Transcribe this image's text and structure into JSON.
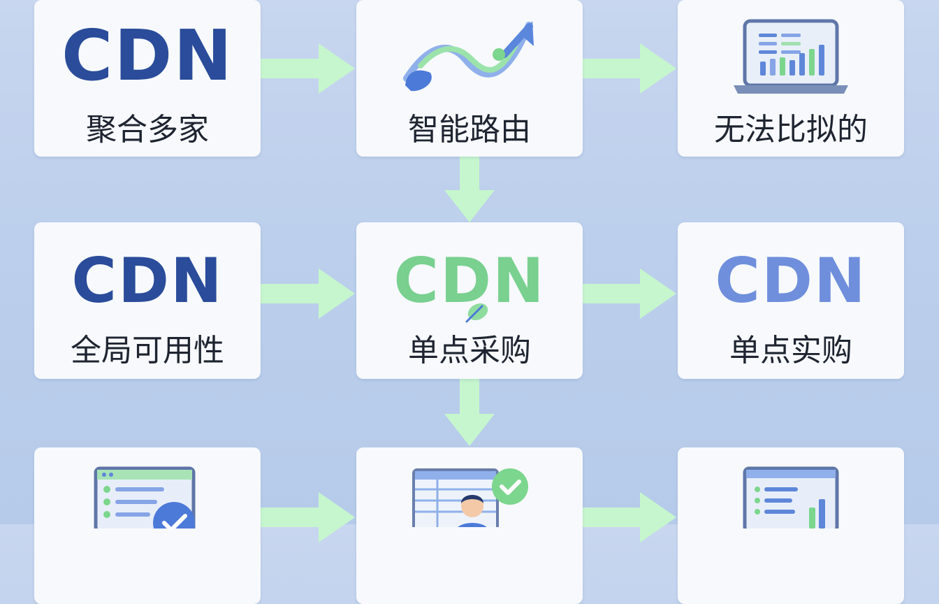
{
  "colors": {
    "background": "#bfd0ec",
    "card": "#f7f9fc",
    "arrow": "#c6f6cd",
    "cdn_dark_blue": "#2a4c9a",
    "cdn_green": "#79d08f",
    "cdn_periwinkle": "#6f8fdc",
    "label_text": "#1e2430"
  },
  "nodes": [
    {
      "id": "aggregate",
      "logo_text": "CDN",
      "label": "聚合多家",
      "logo_color": "#2a4c9a"
    },
    {
      "id": "routing",
      "icon": "route-wave-arrow-icon",
      "label": "智能路由"
    },
    {
      "id": "incomparable",
      "icon": "laptop-dashboard-icon",
      "label": "无法比拟的"
    },
    {
      "id": "availability",
      "logo_text": "CDN",
      "label": "全局可用性",
      "logo_color": "#2a4c9a"
    },
    {
      "id": "single-procurement",
      "logo_text": "CDN",
      "label": "单点采购",
      "logo_color": "#79d08f"
    },
    {
      "id": "single-purchase",
      "logo_text": "CDN",
      "label": "单点实购",
      "logo_color": "#6f8fdc"
    },
    {
      "id": "bottom-left",
      "icon": "checklist-window-icon"
    },
    {
      "id": "bottom-middle",
      "icon": "user-table-check-icon"
    },
    {
      "id": "bottom-right",
      "icon": "report-window-icon"
    }
  ],
  "edges": [
    {
      "from": "aggregate",
      "to": "routing",
      "direction": "right"
    },
    {
      "from": "routing",
      "to": "incomparable",
      "direction": "right"
    },
    {
      "from": "routing",
      "to": "single-procurement",
      "direction": "down"
    },
    {
      "from": "availability",
      "to": "single-procurement",
      "direction": "right"
    },
    {
      "from": "single-procurement",
      "to": "single-purchase",
      "direction": "right"
    },
    {
      "from": "single-procurement",
      "to": "bottom-middle",
      "direction": "down"
    },
    {
      "from": "bottom-left",
      "to": "bottom-middle",
      "direction": "right"
    },
    {
      "from": "bottom-middle",
      "to": "bottom-right",
      "direction": "right"
    }
  ]
}
